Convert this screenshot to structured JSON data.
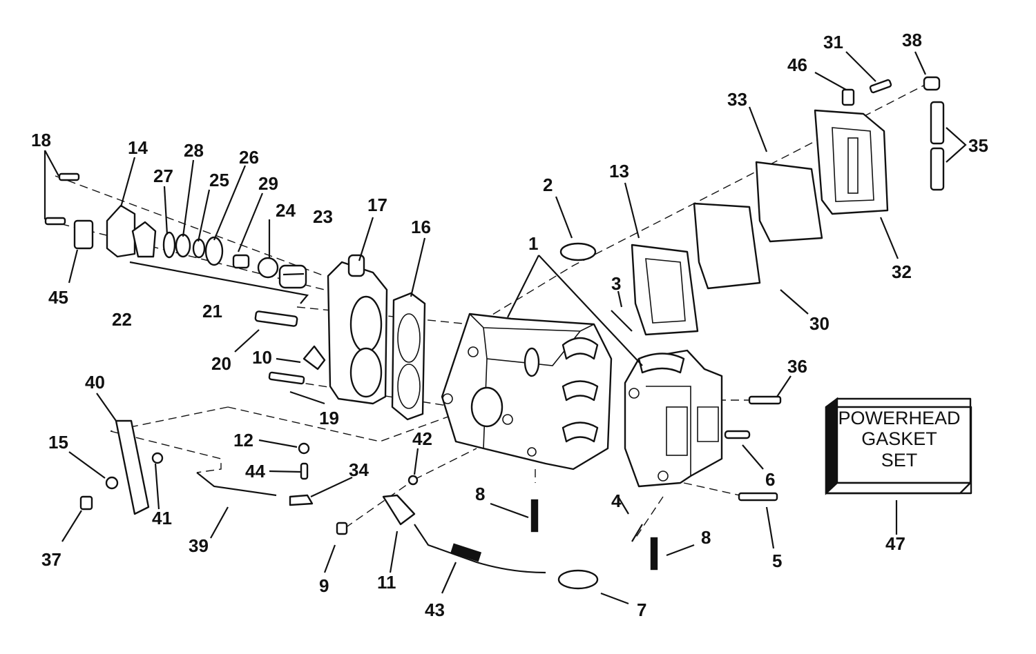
{
  "diagram": {
    "callouts": [
      "1",
      "2",
      "3",
      "4",
      "5",
      "6",
      "7",
      "8",
      "8",
      "9",
      "10",
      "11",
      "12",
      "13",
      "14",
      "15",
      "16",
      "17",
      "18",
      "19",
      "20",
      "21",
      "22",
      "23",
      "24",
      "25",
      "26",
      "27",
      "28",
      "29",
      "30",
      "31",
      "32",
      "33",
      "34",
      "35",
      "36",
      "37",
      "38",
      "39",
      "40",
      "41",
      "42",
      "43",
      "44",
      "45",
      "46",
      "47"
    ],
    "gasket_set_box": {
      "line1": "POWERHEAD",
      "line2": "GASKET",
      "line3": "SET"
    }
  }
}
